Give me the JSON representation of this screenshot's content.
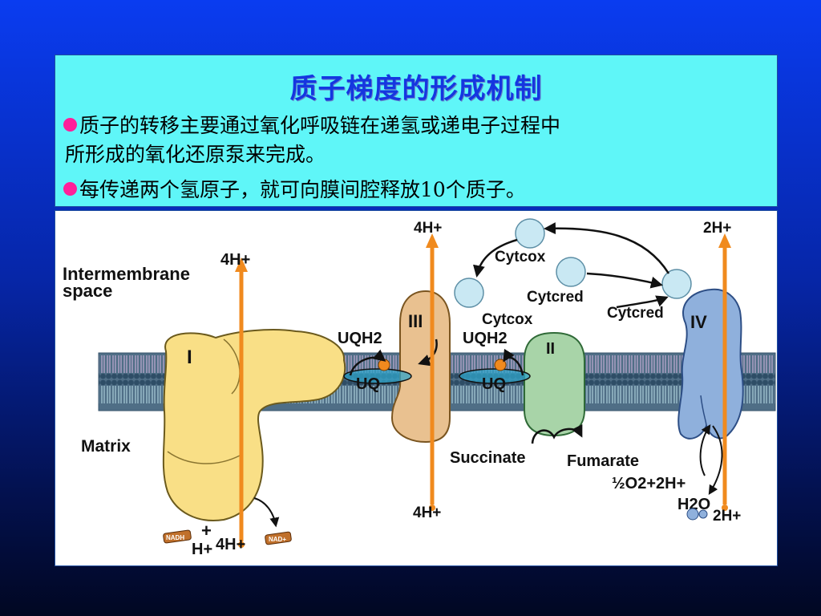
{
  "slide": {
    "title": "质子梯度的形成机制",
    "bullets": [
      {
        "lines": [
          "质子的转移主要通过氧化呼吸链在递氢或递电子过程中",
          "所形成的氧化还原泵来完成。"
        ]
      },
      {
        "lines": [
          "每传递两个氢原子，就可向膜间腔释放10个质子。"
        ]
      }
    ],
    "colors": {
      "title": "#1536e0",
      "panel": "#5ff6f8",
      "bullet": "#ff1f9a"
    }
  },
  "diagram": {
    "region_labels": {
      "intermembrane_line1": "Intermembrane",
      "intermembrane_line2": "space",
      "matrix": "Matrix"
    },
    "complexes": {
      "c1": "I",
      "c2": "II",
      "c3": "III",
      "c4": "IV"
    },
    "protons": {
      "c1_top": "4H+",
      "c1_bottom": "4H+",
      "c3_top": "4H+",
      "c3_bottom": "4H+",
      "c4_top": "2H+",
      "c4_bottom": "2H+",
      "matrix_hplus": "H+",
      "matrix_plus": "+"
    },
    "carriers": {
      "uqh2_left": "UQH2",
      "uq_left": "UQ",
      "uqh2_right": "UQH2",
      "uq_right": "UQ",
      "cytc_ox_top": "Cytcox",
      "cytc_ox_mid": "Cytcox",
      "cytc_red_mid": "Cytcred",
      "cytc_red_right": "Cytcred"
    },
    "substrates": {
      "succinate": "Succinate",
      "fumarate": "Fumarate",
      "oxygen": "½O2+2H+",
      "water": "H2O",
      "nadh": "NADH",
      "nad": "NAD+"
    },
    "colors": {
      "complex1": "#f9df86",
      "complex2": "#a8d4a8",
      "complex3": "#e9c190",
      "complex4": "#8fb0dc",
      "proton_arrow": "#f08a1e",
      "membrane": "#6f8fa3",
      "cytc": "#c9e8f3"
    }
  }
}
